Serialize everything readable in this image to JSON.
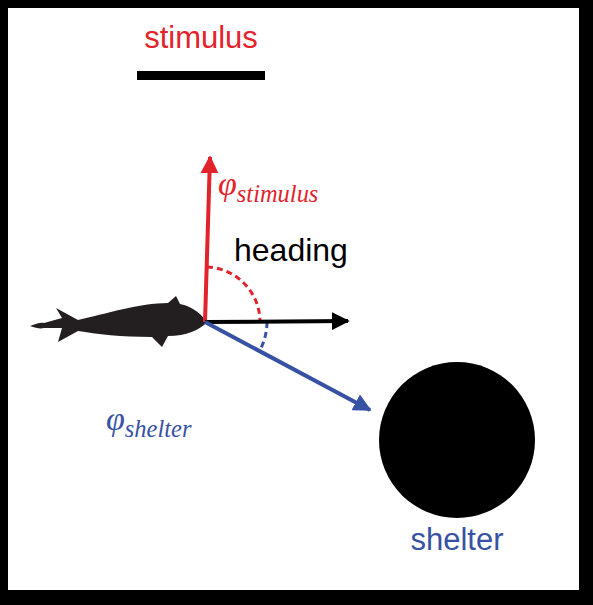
{
  "diagram": {
    "nodes": [
      {
        "text": [
          "stimulus"
        ]
      },
      {
        "text": [
          "shelter"
        ]
      }
    ],
    "labels": [
      "φstimulus",
      "heading",
      "φshelter"
    ]
  }
}
